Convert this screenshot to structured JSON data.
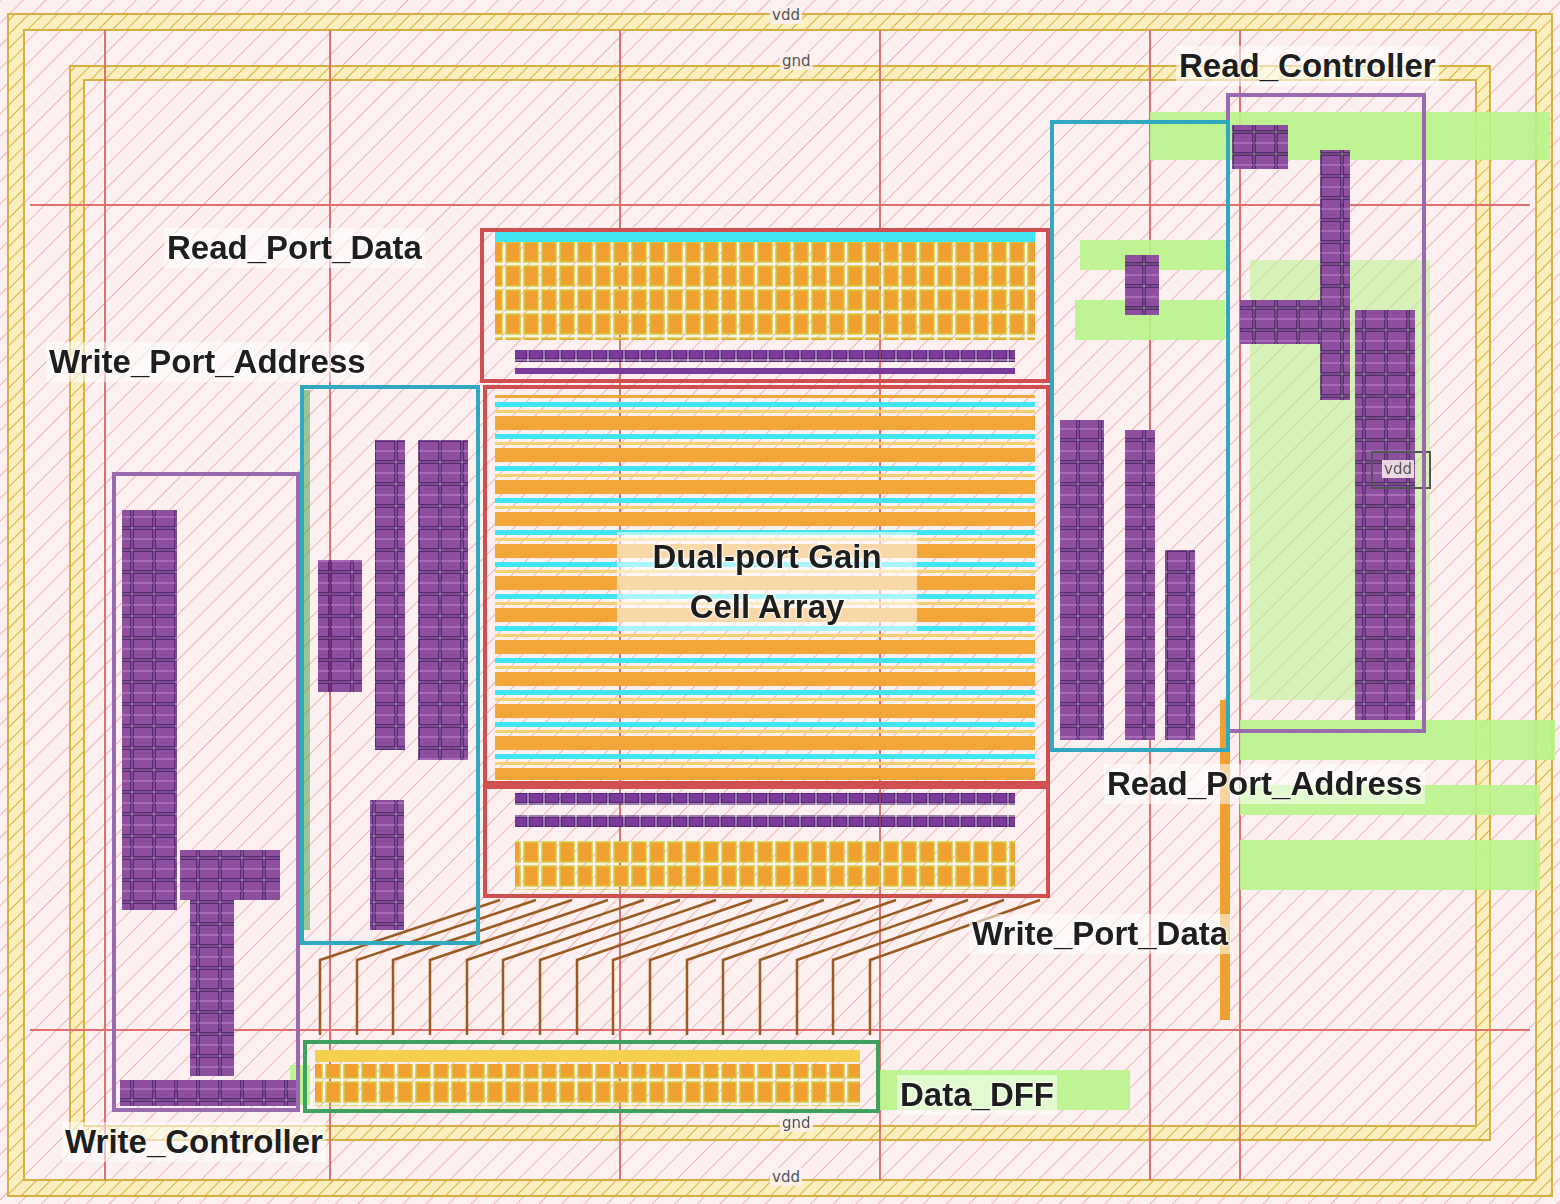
{
  "diagram": {
    "nodes": [
      {
        "text": [
          "Read_Controller"
        ]
      },
      {
        "text": [
          "Read_Port_Data"
        ]
      },
      {
        "text": [
          "Write_Port_Address"
        ]
      },
      {
        "text": [
          "Dual-port Gain Cell Array"
        ]
      },
      {
        "text": [
          "Read_Port_Address"
        ]
      },
      {
        "text": [
          "Write_Port_Data"
        ]
      },
      {
        "text": [
          "Data_DFF"
        ]
      },
      {
        "text": [
          "Write_Controller"
        ]
      }
    ],
    "labels": [
      "vdd",
      "gnd",
      "vdd",
      "gnd",
      "vdd"
    ]
  }
}
